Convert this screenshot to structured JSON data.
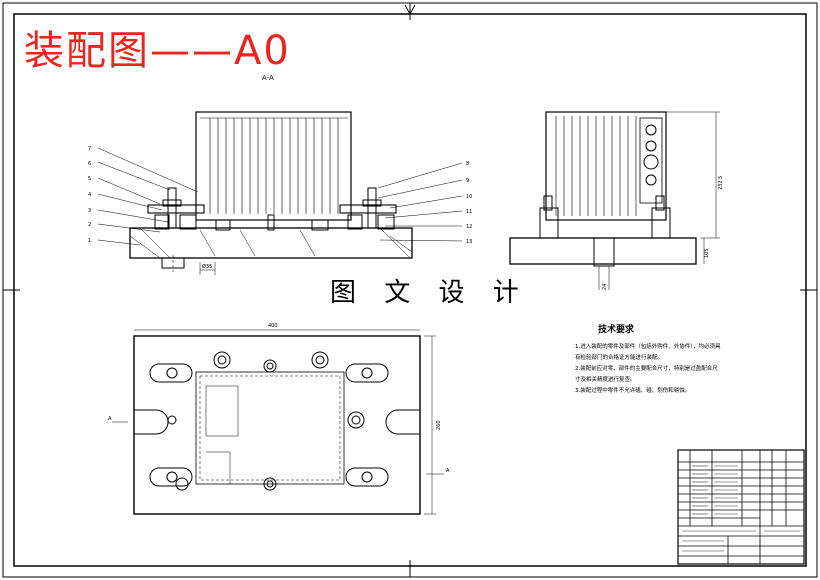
{
  "header": {
    "title": "装配图——A0",
    "title_color": "#e8261f"
  },
  "caption": "图 文 设 计",
  "section_label": "A-A",
  "plan_view_label_left": "A",
  "plan_view_label_right": "A",
  "part_numbers_left": [
    "7",
    "6",
    "5",
    "4",
    "3",
    "2",
    "1"
  ],
  "part_numbers_right": [
    "8",
    "9",
    "10",
    "11",
    "12",
    "13"
  ],
  "dimensions": {
    "width_plan": "400",
    "height_plan": "260",
    "height_side": "232.5",
    "depth_side": "105",
    "front_dim": "Ø35",
    "side_slot": "24"
  },
  "technical_requirements": {
    "title": "技术要求",
    "lines": [
      "1.进入装配的零件及部件（包括外购件、外协件），均必须具",
      "有检验部门的合格证方能进行装配。",
      "2.装配前应对零、部件的主要配合尺寸，特别是过盈配合尺",
      "寸及相关精度进行复查。",
      "3.装配过程中零件不允许磕、碰、划伤和锈蚀。"
    ]
  }
}
